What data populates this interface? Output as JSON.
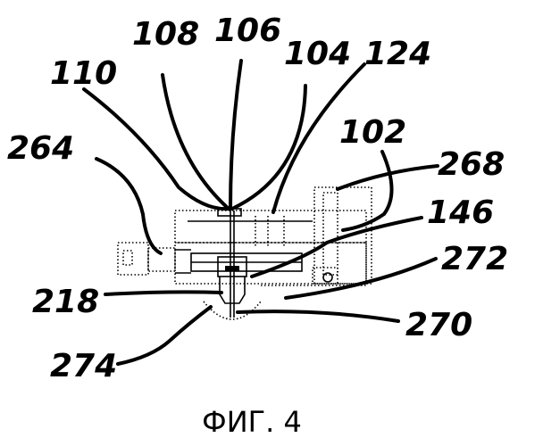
{
  "figure": {
    "caption": "ФИГ. 4",
    "labels": {
      "l110": "110",
      "l108": "108",
      "l106": "106",
      "l104": "104",
      "l124": "124",
      "l264": "264",
      "l102": "102",
      "l268": "268",
      "l146": "146",
      "l272": "272",
      "l218": "218",
      "l270": "270",
      "l274": "274"
    }
  }
}
